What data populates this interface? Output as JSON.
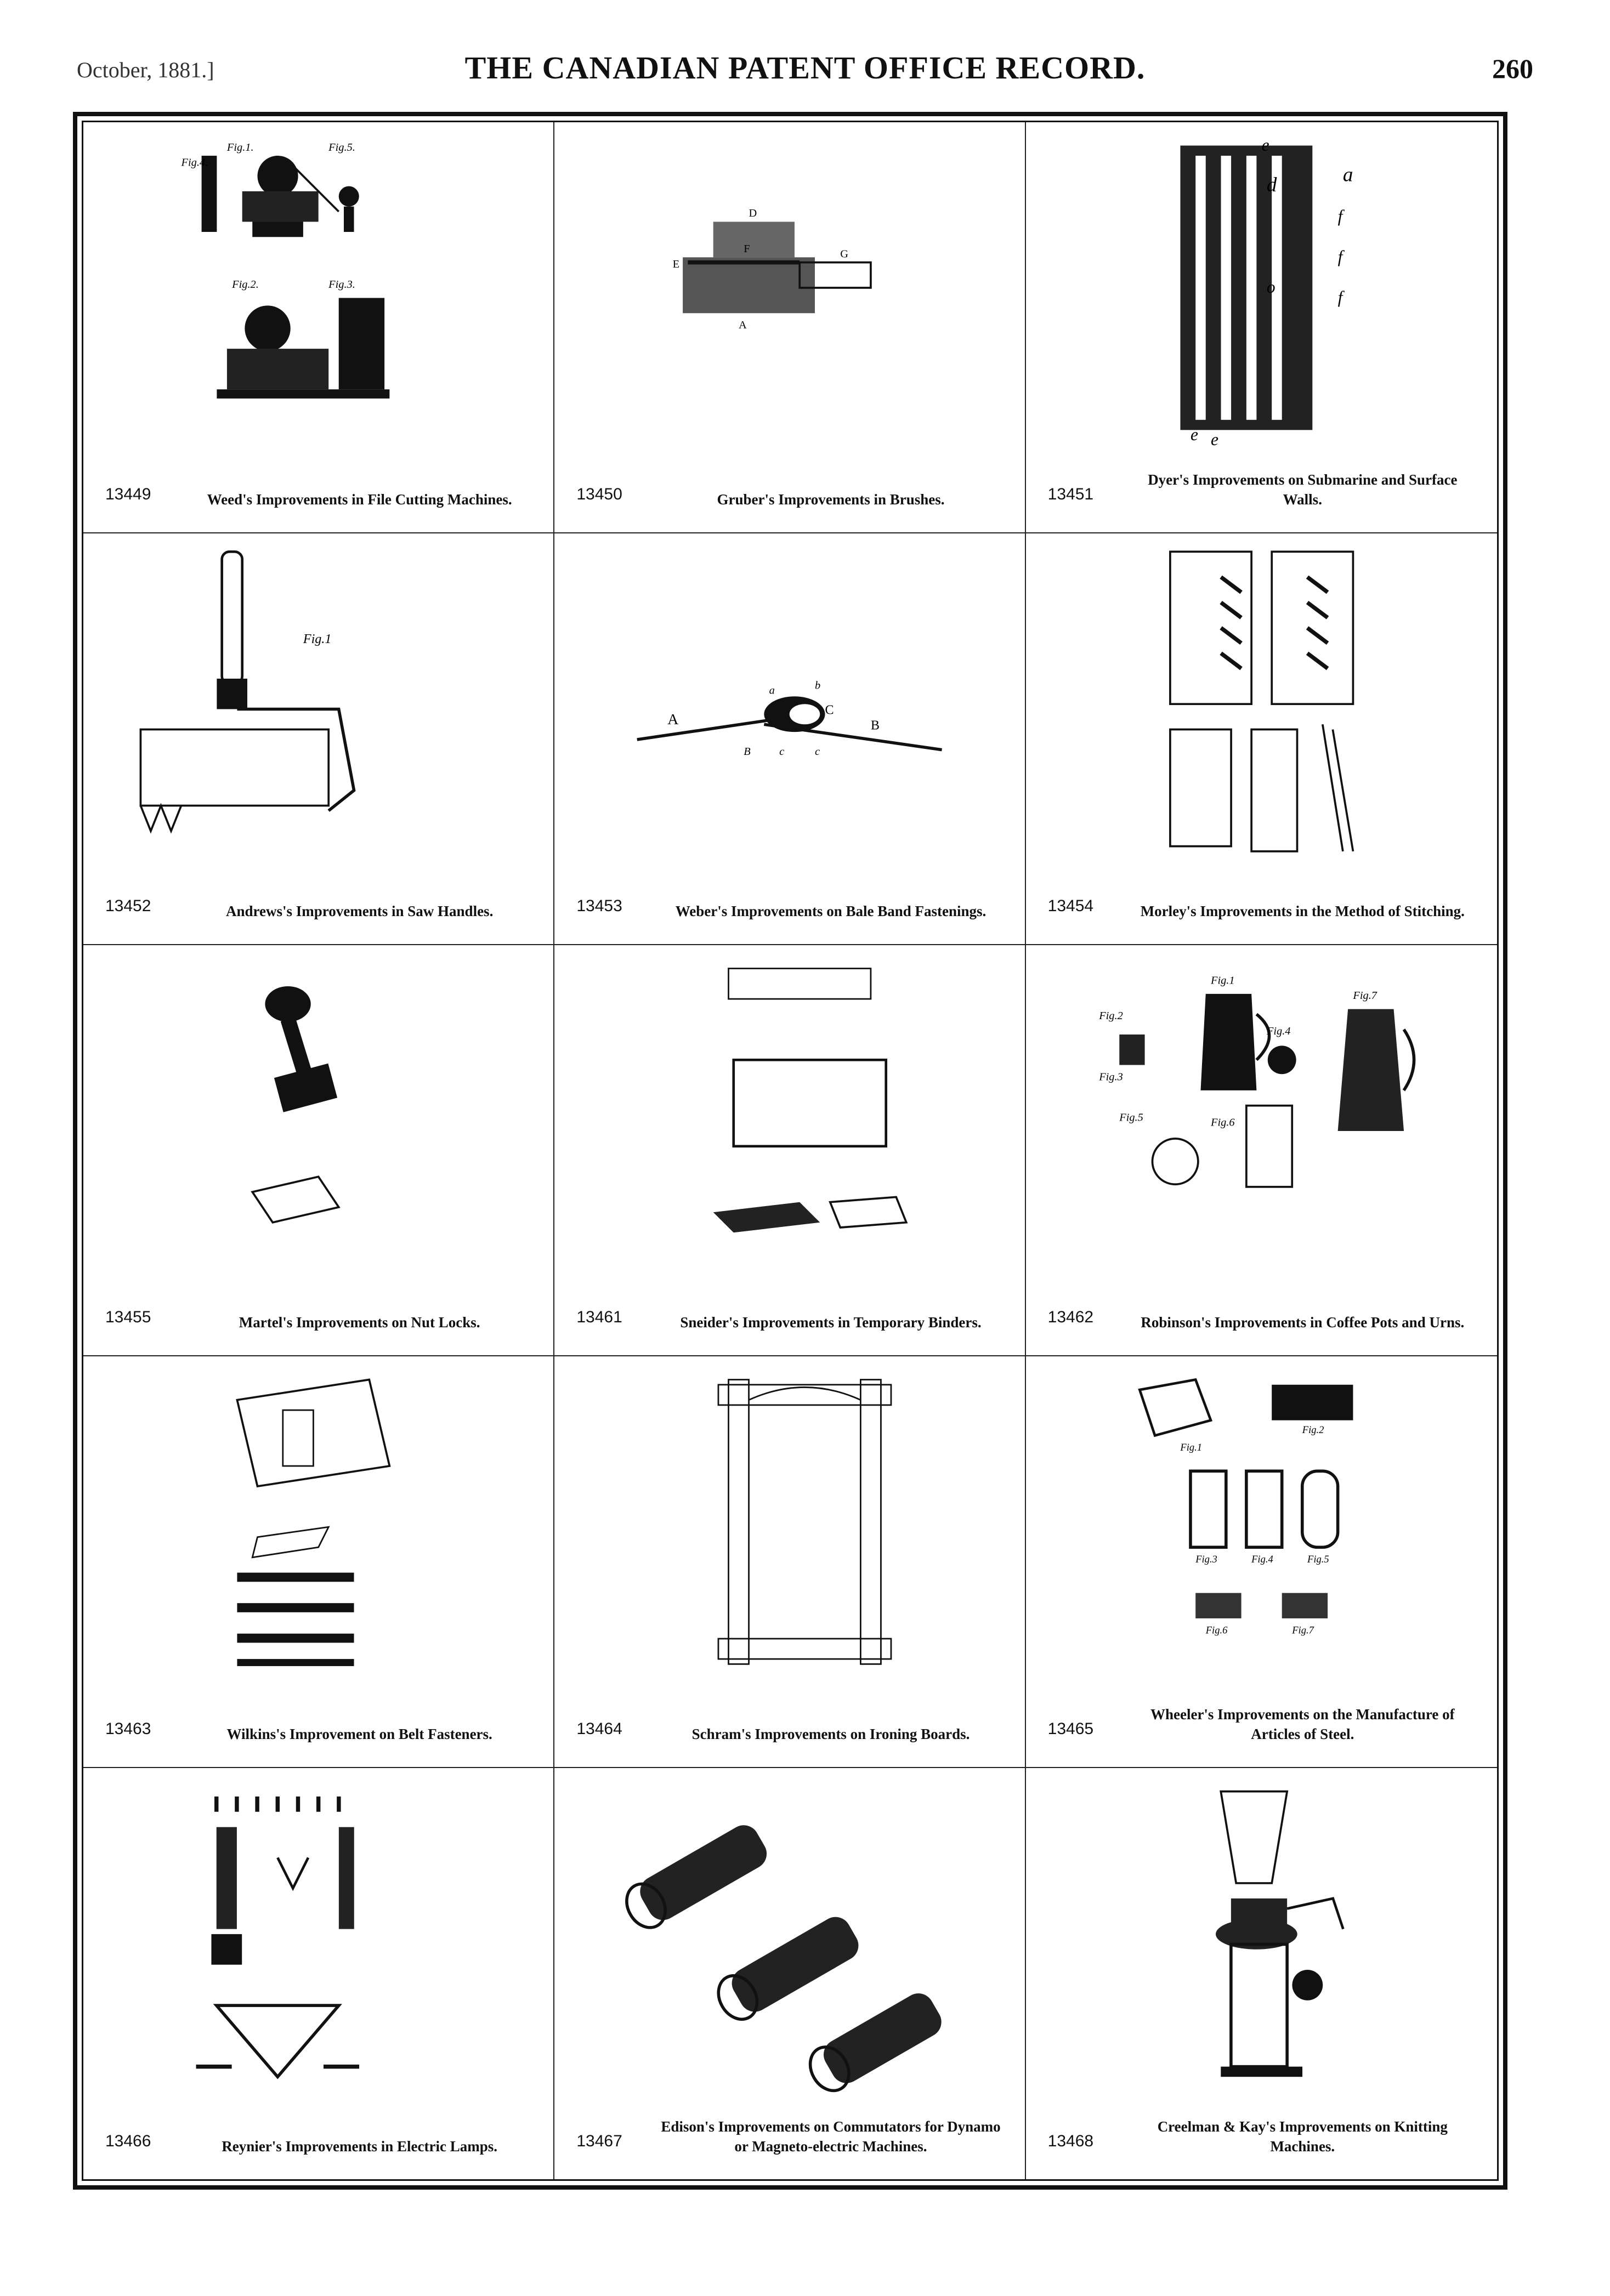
{
  "header": {
    "date": "October, 1881.]",
    "title": "THE CANADIAN PATENT OFFICE RECORD.",
    "page": "260"
  },
  "patents": [
    {
      "number": "13449",
      "caption": "Weed's Improvements in File Cutting Machines.",
      "figure_labels": [
        "Fig.1.",
        "Fig.5.",
        "Fig.4.",
        "Fig.2.",
        "Fig.3."
      ]
    },
    {
      "number": "13450",
      "caption": "Gruber's Improvements in Brushes.",
      "figure_labels": [
        "D",
        "F",
        "G",
        "E",
        "A"
      ]
    },
    {
      "number": "13451",
      "caption": "Dyer's Improvements on Submarine and Surface Walls.",
      "figure_labels": [
        "e",
        "a",
        "d",
        "f",
        "f",
        "f",
        "o",
        "e",
        "e"
      ]
    },
    {
      "number": "13452",
      "caption": "Andrews's Improvements in Saw Handles.",
      "figure_labels": [
        "Fig.1"
      ]
    },
    {
      "number": "13453",
      "caption": "Weber's Improvements on Bale Band Fastenings.",
      "figure_labels": [
        "A",
        "a",
        "b",
        "C",
        "B",
        "B",
        "c",
        "c"
      ]
    },
    {
      "number": "13454",
      "caption": "Morley's Improvements in the Method of Stitching.",
      "figure_labels": []
    },
    {
      "number": "13455",
      "caption": "Martel's Improvements on Nut Locks.",
      "figure_labels": []
    },
    {
      "number": "13461",
      "caption": "Sneider's Improvements in Temporary Binders.",
      "figure_labels": []
    },
    {
      "number": "13462",
      "caption": "Robinson's Improvements in Coffee Pots and Urns.",
      "figure_labels": [
        "Fig.1",
        "Fig.2",
        "Fig.3",
        "Fig.4",
        "Fig.5",
        "Fig.6",
        "Fig.7"
      ]
    },
    {
      "number": "13463",
      "caption": "Wilkins's Improvement on Belt Fasteners.",
      "figure_labels": []
    },
    {
      "number": "13464",
      "caption": "Schram's Improvements on Ironing Boards.",
      "figure_labels": []
    },
    {
      "number": "13465",
      "caption": "Wheeler's Improvements on the Manufacture of Articles of Steel.",
      "figure_labels": [
        "Fig.1",
        "Fig.2",
        "Fig.3",
        "Fig.4",
        "Fig.5",
        "Fig.6",
        "Fig.7"
      ]
    },
    {
      "number": "13466",
      "caption": "Reynier's Improvements in Electric Lamps.",
      "figure_labels": []
    },
    {
      "number": "13467",
      "caption": "Edison's Improvements on Commutators for Dynamo or Magneto-electric Machines.",
      "figure_labels": []
    },
    {
      "number": "13468",
      "caption": "Creelman & Kay's Improvements on Knitting Machines.",
      "figure_labels": []
    }
  ]
}
